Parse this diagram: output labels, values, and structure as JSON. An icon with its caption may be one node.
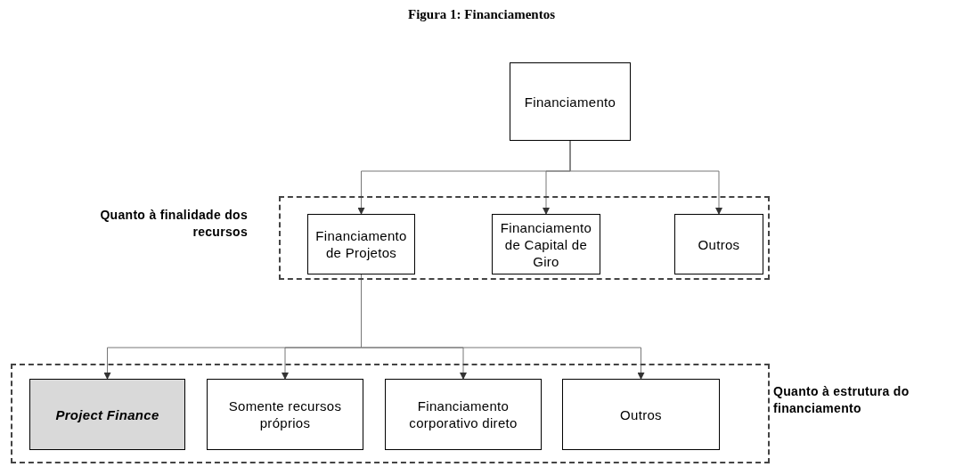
{
  "diagram": {
    "title": "Figura 1: Financiamentos",
    "nodes": [
      {
        "text": [
          "Financiamento"
        ]
      },
      {
        "text": [
          "Quanto à finalidade dos recursos"
        ]
      },
      {
        "text": [
          "Financiamento de Projetos"
        ],
        "in": 1
      },
      {
        "text": [
          "Financiamento de Capital de Giro"
        ],
        "in": 1
      },
      {
        "text": [
          "Outros"
        ],
        "in": 1
      },
      {
        "text": [
          "Quanto à estrutura do financiamento"
        ]
      },
      {
        "text": [
          "Project Finance"
        ],
        "in": 5
      },
      {
        "text": [
          "Somente recursos próprios"
        ],
        "in": 5
      },
      {
        "text": [
          "Financiamento corporativo direto"
        ],
        "in": 5
      },
      {
        "text": [
          "Outros"
        ],
        "in": 5
      }
    ],
    "edges": [
      {
        "from": 0,
        "to": 2,
        "arrow": "to"
      },
      {
        "from": 0,
        "to": 3,
        "arrow": "to"
      },
      {
        "from": 0,
        "to": 4,
        "arrow": "to"
      },
      {
        "from": 2,
        "to": 6,
        "arrow": "to"
      },
      {
        "from": 2,
        "to": 7,
        "arrow": "to"
      },
      {
        "from": 2,
        "to": 8,
        "arrow": "to"
      },
      {
        "from": 2,
        "to": 9,
        "arrow": "to"
      }
    ]
  }
}
